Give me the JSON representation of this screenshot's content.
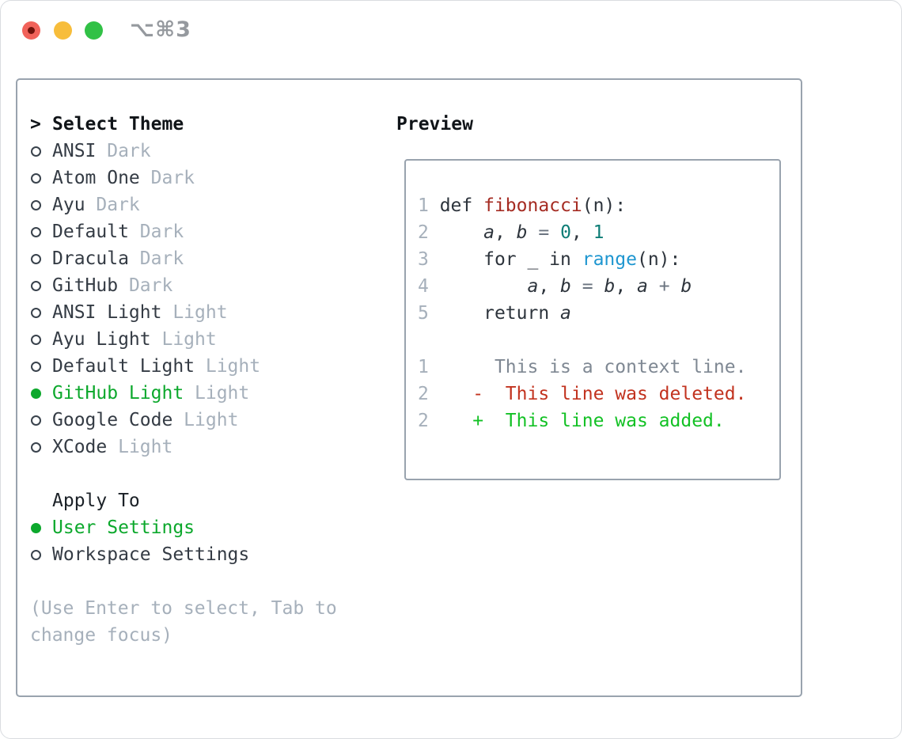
{
  "window": {
    "shortcut_label": "⌥⌘3",
    "traffic_lights": [
      "close",
      "minimize",
      "zoom"
    ]
  },
  "colors": {
    "accent_green": "#0ca82c",
    "added_green": "#13c125",
    "deleted_red": "#c2331f",
    "code_text": "#2d343c",
    "function_red": "#a52c23",
    "number_teal": "#0e7d76",
    "builtin_blue": "#1e96d0",
    "operator_gray": "#6b7480",
    "line_number_gray": "#a6b0bb",
    "context_gray": "#7f8893",
    "muted_gray": "#a6b0bb",
    "item_text": "#343b44",
    "header_text": "#101418",
    "panel_border": "#99a3ae",
    "traffic_red": "#f1625a",
    "traffic_yellow": "#f7bd3b",
    "traffic_green": "#31c146"
  },
  "theme_panel": {
    "header_marker": ">",
    "header": "Select Theme",
    "items": [
      {
        "name": "ANSI",
        "variant": "Dark",
        "selected": false
      },
      {
        "name": "Atom One",
        "variant": "Dark",
        "selected": false
      },
      {
        "name": "Ayu",
        "variant": "Dark",
        "selected": false
      },
      {
        "name": "Default",
        "variant": "Dark",
        "selected": false
      },
      {
        "name": "Dracula",
        "variant": "Dark",
        "selected": false
      },
      {
        "name": "GitHub",
        "variant": "Dark",
        "selected": false
      },
      {
        "name": "ANSI Light",
        "variant": "Light",
        "selected": false
      },
      {
        "name": "Ayu Light",
        "variant": "Light",
        "selected": false
      },
      {
        "name": "Default Light",
        "variant": "Light",
        "selected": false
      },
      {
        "name": "GitHub Light",
        "variant": "Light",
        "selected": true
      },
      {
        "name": "Google Code",
        "variant": "Light",
        "selected": false
      },
      {
        "name": "XCode",
        "variant": "Light",
        "selected": false
      }
    ],
    "apply_to": {
      "header": "Apply To",
      "items": [
        {
          "name": "User Settings",
          "selected": true
        },
        {
          "name": "Workspace Settings",
          "selected": false
        }
      ]
    },
    "help_lines": [
      "(Use Enter to select, Tab to",
      "change focus)"
    ]
  },
  "preview": {
    "header": "Preview",
    "code_lines": [
      [
        [
          "ln",
          "1 "
        ],
        [
          "t",
          "def "
        ],
        [
          "fn",
          "fibonacci"
        ],
        [
          "t",
          "(n):"
        ]
      ],
      [
        [
          "ln",
          "2 "
        ],
        [
          "t",
          "    "
        ],
        [
          "v",
          "a"
        ],
        [
          "t",
          ", "
        ],
        [
          "v",
          "b"
        ],
        [
          "op",
          " = "
        ],
        [
          "num",
          "0"
        ],
        [
          "t",
          ", "
        ],
        [
          "num",
          "1"
        ]
      ],
      [
        [
          "ln",
          "3 "
        ],
        [
          "t",
          "    for _ in "
        ],
        [
          "bi",
          "range"
        ],
        [
          "t",
          "(n):"
        ]
      ],
      [
        [
          "ln",
          "4 "
        ],
        [
          "t",
          "        "
        ],
        [
          "v",
          "a"
        ],
        [
          "t",
          ", "
        ],
        [
          "v",
          "b"
        ],
        [
          "op",
          " = "
        ],
        [
          "v",
          "b"
        ],
        [
          "t",
          ", "
        ],
        [
          "v",
          "a"
        ],
        [
          "op",
          " + "
        ],
        [
          "v",
          "b"
        ]
      ],
      [
        [
          "ln",
          "5 "
        ],
        [
          "t",
          "    return "
        ],
        [
          "v",
          "a"
        ]
      ],
      [],
      [
        [
          "ln",
          "1"
        ],
        [
          "ctx",
          "      This is a context line."
        ]
      ],
      [
        [
          "ln",
          "2"
        ],
        [
          "del",
          "    -  This line was deleted."
        ]
      ],
      [
        [
          "ln",
          "2"
        ],
        [
          "add",
          "    +  This line was added."
        ]
      ]
    ]
  }
}
